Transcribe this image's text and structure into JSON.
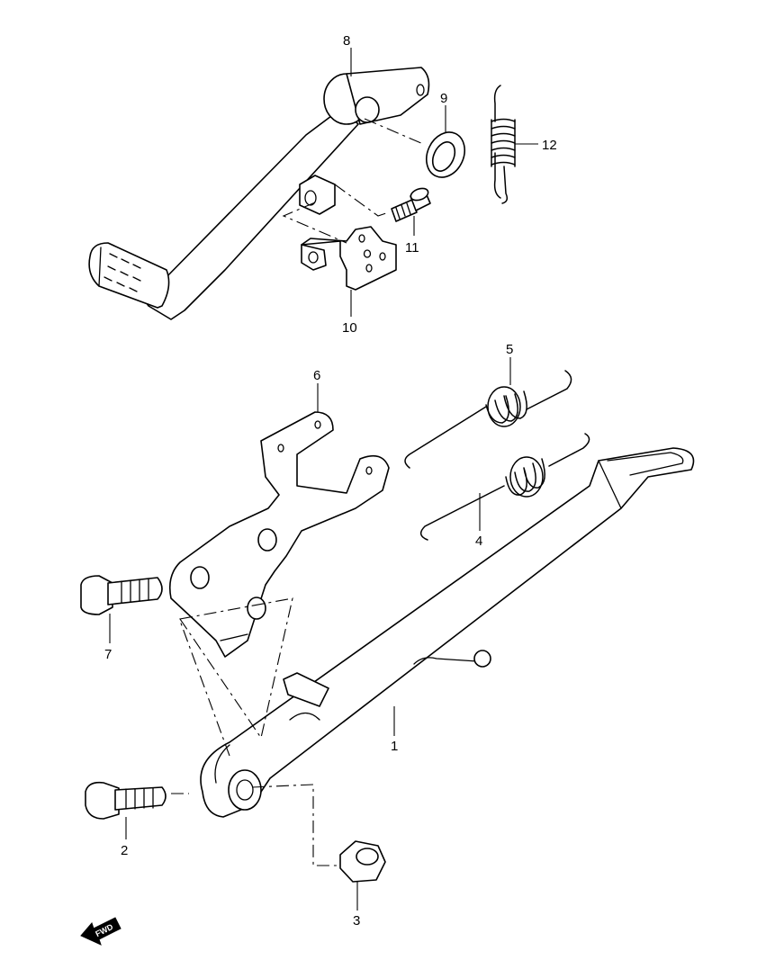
{
  "callouts": [
    {
      "id": "1",
      "label": "1"
    },
    {
      "id": "2",
      "label": "2"
    },
    {
      "id": "3",
      "label": "3"
    },
    {
      "id": "4",
      "label": "4"
    },
    {
      "id": "5",
      "label": "5"
    },
    {
      "id": "6",
      "label": "6"
    },
    {
      "id": "7",
      "label": "7"
    },
    {
      "id": "8",
      "label": "8"
    },
    {
      "id": "9",
      "label": "9"
    },
    {
      "id": "10",
      "label": "10"
    },
    {
      "id": "11",
      "label": "11"
    },
    {
      "id": "12",
      "label": "12"
    }
  ],
  "fwd_label": "FWD"
}
